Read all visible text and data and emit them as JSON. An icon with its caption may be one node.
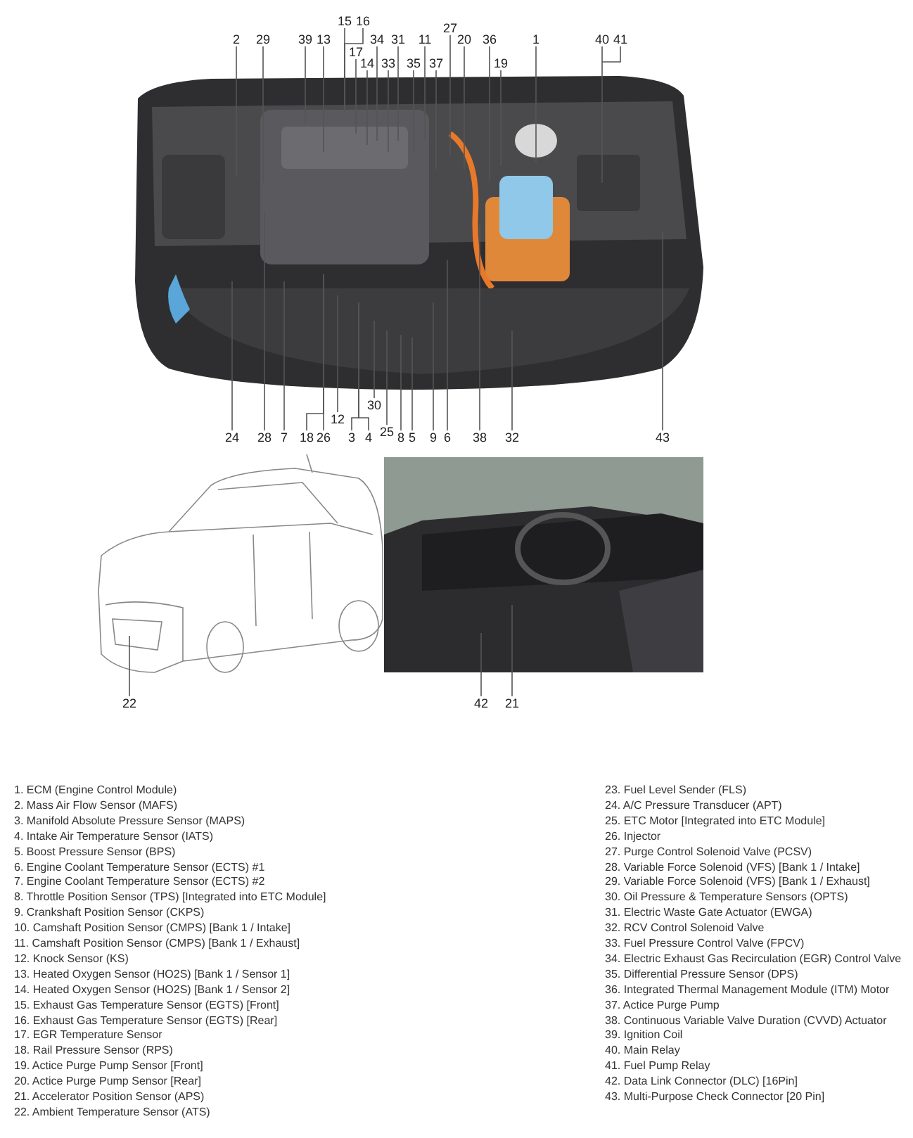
{
  "diagram": {
    "nodes": [
      {
        "text": [
          "2"
        ]
      },
      {
        "text": [
          "29"
        ]
      },
      {
        "text": [
          "39"
        ]
      },
      {
        "text": [
          "13"
        ]
      },
      {
        "text": [
          "15"
        ]
      },
      {
        "text": [
          "16"
        ]
      },
      {
        "text": [
          "17"
        ]
      },
      {
        "text": [
          "14"
        ]
      },
      {
        "text": [
          "34"
        ]
      },
      {
        "text": [
          "33"
        ]
      },
      {
        "text": [
          "31"
        ]
      },
      {
        "text": [
          "35"
        ]
      },
      {
        "text": [
          "11"
        ]
      },
      {
        "text": [
          "37"
        ]
      },
      {
        "text": [
          "27"
        ]
      },
      {
        "text": [
          "20"
        ]
      },
      {
        "text": [
          "36"
        ]
      },
      {
        "text": [
          "19"
        ]
      },
      {
        "text": [
          "1"
        ]
      },
      {
        "text": [
          "40"
        ]
      },
      {
        "text": [
          "41"
        ]
      },
      {
        "text": [
          "24"
        ]
      },
      {
        "text": [
          "28"
        ]
      },
      {
        "text": [
          "7"
        ]
      },
      {
        "text": [
          "18"
        ]
      },
      {
        "text": [
          "26"
        ]
      },
      {
        "text": [
          "12"
        ]
      },
      {
        "text": [
          "3"
        ]
      },
      {
        "text": [
          "4"
        ]
      },
      {
        "text": [
          "30"
        ]
      },
      {
        "text": [
          "25"
        ]
      },
      {
        "text": [
          "8"
        ]
      },
      {
        "text": [
          "5"
        ]
      },
      {
        "text": [
          "9"
        ]
      },
      {
        "text": [
          "6"
        ]
      },
      {
        "text": [
          "38"
        ]
      },
      {
        "text": [
          "32"
        ]
      },
      {
        "text": [
          "43"
        ]
      },
      {
        "text": [
          "22"
        ]
      },
      {
        "text": [
          "42"
        ]
      },
      {
        "text": [
          "21"
        ]
      }
    ],
    "edges": [
      {
        "from": 0,
        "to": null,
        "arrow": "none"
      },
      {
        "from": 1,
        "to": null,
        "arrow": "none"
      },
      {
        "from": 2,
        "to": null,
        "arrow": "none"
      },
      {
        "from": 3,
        "to": null,
        "arrow": "none"
      },
      {
        "from": 4,
        "to": null,
        "arrow": "none"
      },
      {
        "from": 5,
        "to": null,
        "arrow": "none"
      },
      {
        "from": 6,
        "to": null,
        "arrow": "none"
      },
      {
        "from": 7,
        "to": null,
        "arrow": "none"
      },
      {
        "from": 8,
        "to": null,
        "arrow": "none"
      },
      {
        "from": 9,
        "to": null,
        "arrow": "none"
      },
      {
        "from": 10,
        "to": null,
        "arrow": "none"
      },
      {
        "from": 11,
        "to": null,
        "arrow": "none"
      },
      {
        "from": 12,
        "to": null,
        "arrow": "none"
      },
      {
        "from": 13,
        "to": null,
        "arrow": "none"
      },
      {
        "from": 14,
        "to": null,
        "arrow": "none"
      },
      {
        "from": 15,
        "to": null,
        "arrow": "none"
      },
      {
        "from": 16,
        "to": null,
        "arrow": "none"
      },
      {
        "from": 17,
        "to": null,
        "arrow": "none"
      },
      {
        "from": 18,
        "to": null,
        "arrow": "none"
      },
      {
        "from": 19,
        "to": null,
        "arrow": "none"
      },
      {
        "from": 20,
        "to": null,
        "arrow": "none"
      },
      {
        "from": 21,
        "to": null,
        "arrow": "none"
      },
      {
        "from": 22,
        "to": null,
        "arrow": "none"
      },
      {
        "from": 23,
        "to": null,
        "arrow": "none"
      },
      {
        "from": 24,
        "to": null,
        "arrow": "none"
      },
      {
        "from": 25,
        "to": null,
        "arrow": "none"
      },
      {
        "from": 26,
        "to": null,
        "arrow": "none"
      },
      {
        "from": 27,
        "to": null,
        "arrow": "none"
      },
      {
        "from": 28,
        "to": null,
        "arrow": "none"
      },
      {
        "from": 29,
        "to": null,
        "arrow": "none"
      },
      {
        "from": 30,
        "to": null,
        "arrow": "none"
      },
      {
        "from": 31,
        "to": null,
        "arrow": "none"
      },
      {
        "from": 32,
        "to": null,
        "arrow": "none"
      },
      {
        "from": 33,
        "to": null,
        "arrow": "none"
      },
      {
        "from": 34,
        "to": null,
        "arrow": "none"
      },
      {
        "from": 35,
        "to": null,
        "arrow": "none"
      },
      {
        "from": 36,
        "to": null,
        "arrow": "none"
      },
      {
        "from": 37,
        "to": null,
        "arrow": "none"
      },
      {
        "from": 38,
        "to": null,
        "arrow": "none"
      },
      {
        "from": 39,
        "to": null,
        "arrow": "none"
      },
      {
        "from": 40,
        "to": null,
        "arrow": "none"
      }
    ],
    "labels": [
      "1. ECM (Engine Control Module)",
      "2. Mass Air Flow Sensor (MAFS)",
      "3. Manifold Absolute Pressure Sensor (MAPS)",
      "4. Intake Air Temperature Sensor (IATS)",
      "5. Boost Pressure Sensor (BPS)",
      "6. Engine Coolant Temperature Sensor (ECTS) #1",
      "7. Engine Coolant Temperature Sensor (ECTS) #2",
      "8. Throttle Position Sensor (TPS) [Integrated into ETC Module]",
      "9. Crankshaft Position Sensor (CKPS)",
      "10. Camshaft Position Sensor (CMPS) [Bank 1 / Intake]",
      "11. Camshaft Position Sensor (CMPS) [Bank 1 / Exhaust]",
      "12. Knock Sensor (KS)",
      "13. Heated Oxygen Sensor (HO2S) [Bank 1 / Sensor 1]",
      "14. Heated Oxygen Sensor (HO2S) [Bank 1 / Sensor 2]",
      "15. Exhaust Gas Temperature Sensor (EGTS) [Front]",
      "16. Exhaust Gas Temperature Sensor (EGTS) [Rear]",
      "17. EGR Temperature Sensor",
      "18. Rail Pressure Sensor (RPS)",
      "19. Actice Purge Pump Sensor [Front]",
      "20. Actice Purge Pump Sensor [Rear]",
      "21. Accelerator Position Sensor (APS)",
      "22. Ambient Temperature Sensor (ATS)",
      "23. Fuel Level Sender (FLS)",
      "24. A/C Pressure Transducer (APT)",
      "25. ETC Motor [Integrated into ETC Module]",
      "26. Injector",
      "27. Purge Control Solenoid Valve (PCSV)",
      "28. Variable Force Solenoid (VFS) [Bank 1 / Intake]",
      "29. Variable Force Solenoid (VFS) [Bank 1 / Exhaust]",
      "30. Oil Pressure & Temperature Sensors (OPTS)",
      "31. Electric Waste Gate Actuator (EWGA)",
      "32. RCV Control Solenoid Valve",
      "33. Fuel Pressure Control Valve (FPCV)",
      "34. Electric Exhaust Gas Recirculation (EGR) Control Valve",
      "35. Differential Pressure Sensor (DPS)",
      "36. Integrated Thermal Management Module (ITM) Motor",
      "37. Actice Purge Pump",
      "38. Continuous Variable Valve Duration (CVVD) Actuator",
      "39. Ignition Coil",
      "40. Main Relay",
      "41. Fuel Pump Relay",
      "42. Data Link Connector (DLC) [16Pin]",
      "43. Multi-Purpose Check Connector [20 Pin]"
    ]
  }
}
